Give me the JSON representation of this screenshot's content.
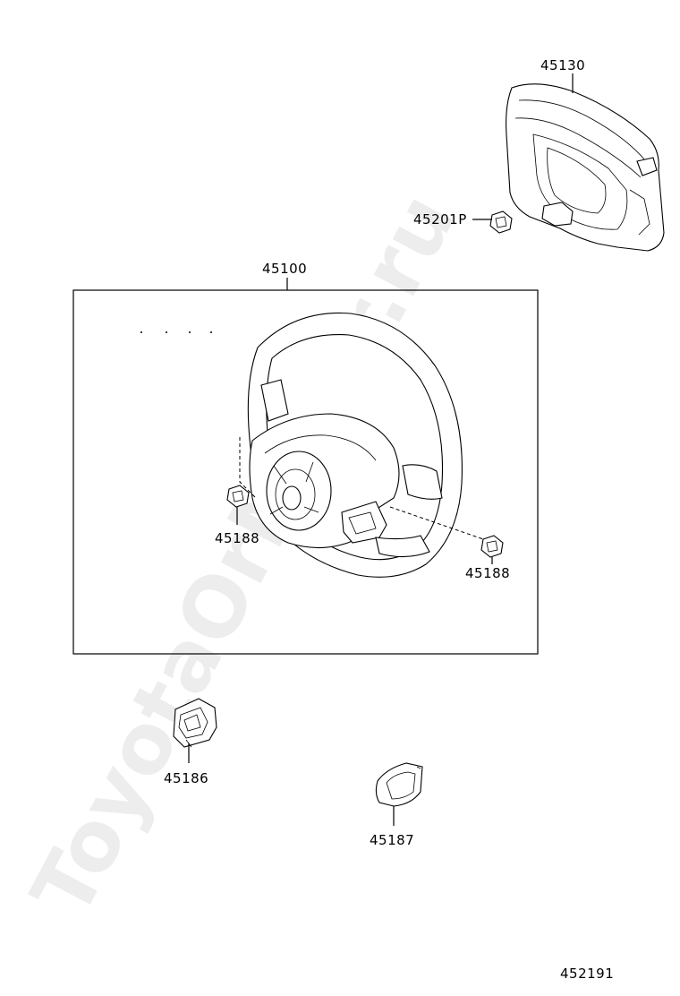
{
  "watermark": "ToyotaOrMiner.ru",
  "parts": {
    "pad": "45130",
    "pad_bolt": "45201P",
    "wheel_assembly": "45100",
    "screw_left": "45188",
    "screw_right": "45188",
    "cover_left": "45186",
    "cover_lower": "45187"
  },
  "figure_number": "452191"
}
